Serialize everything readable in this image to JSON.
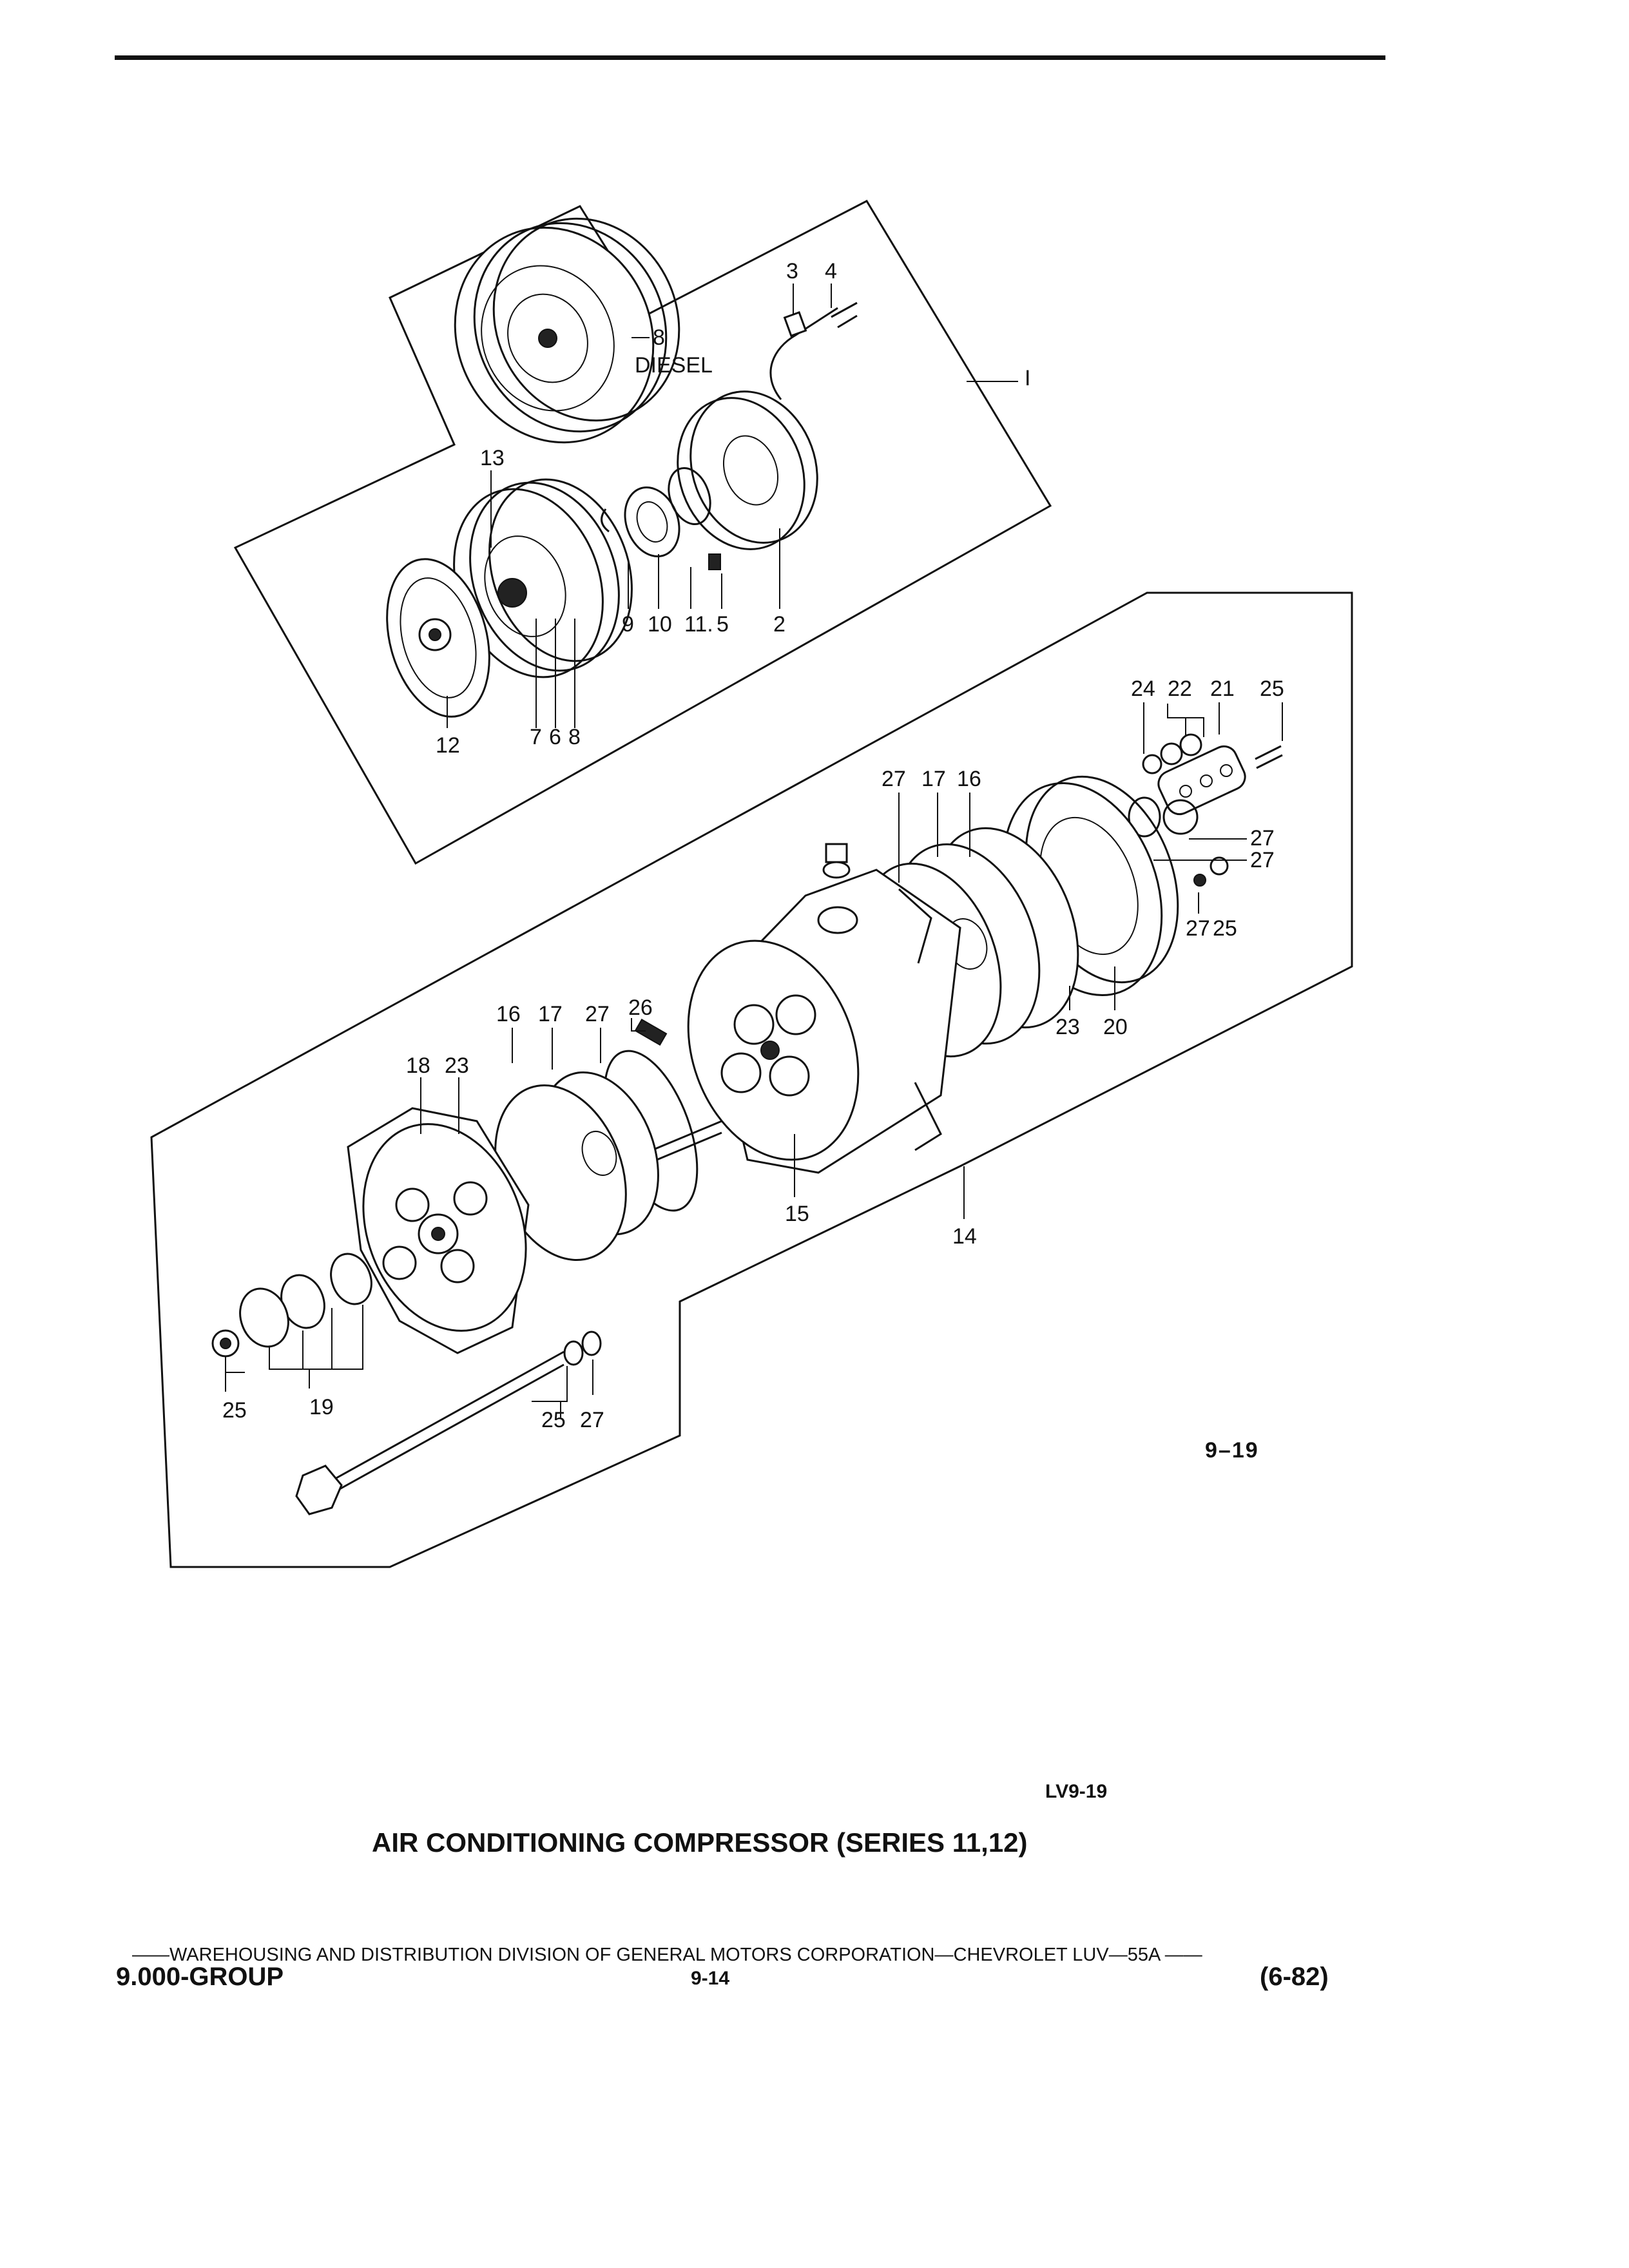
{
  "figure_ref": "9–19",
  "lv_code": "LV9-19",
  "title": "AIR CONDITIONING COMPRESSOR (SERIES 11,12)",
  "footer": {
    "line": "——WAREHOUSING AND DISTRIBUTION  DIVISION OF GENERAL MOTORS CORPORATION—CHEVROLET LUV—55A  ——",
    "group": "9.000-GROUP",
    "page": "9-14",
    "date": "(6-82)"
  },
  "callouts": {
    "c1": "3",
    "c2": "4",
    "c3": "8",
    "c4": "DIESEL",
    "c5": "I",
    "c6": "13",
    "c7": "9",
    "c8": "10",
    "c9": "11.",
    "c10": "5",
    "c11": "2",
    "c12": "12",
    "c13": "7",
    "c14": "6",
    "c15": "8",
    "c16": "24",
    "c17": "22",
    "c18": "21",
    "c19": "25",
    "c20": "27",
    "c21": "17",
    "c22": "16",
    "c23": "27",
    "c24": "27",
    "c25": "27",
    "c26": "25",
    "c27": "23",
    "c28": "20",
    "c29": "16",
    "c30": "17",
    "c31": "27",
    "c32": "26",
    "c33": "18",
    "c34": "23",
    "c35": "15",
    "c36": "14",
    "c37": "25",
    "c38": "19",
    "c39": "25",
    "c40": "27"
  }
}
